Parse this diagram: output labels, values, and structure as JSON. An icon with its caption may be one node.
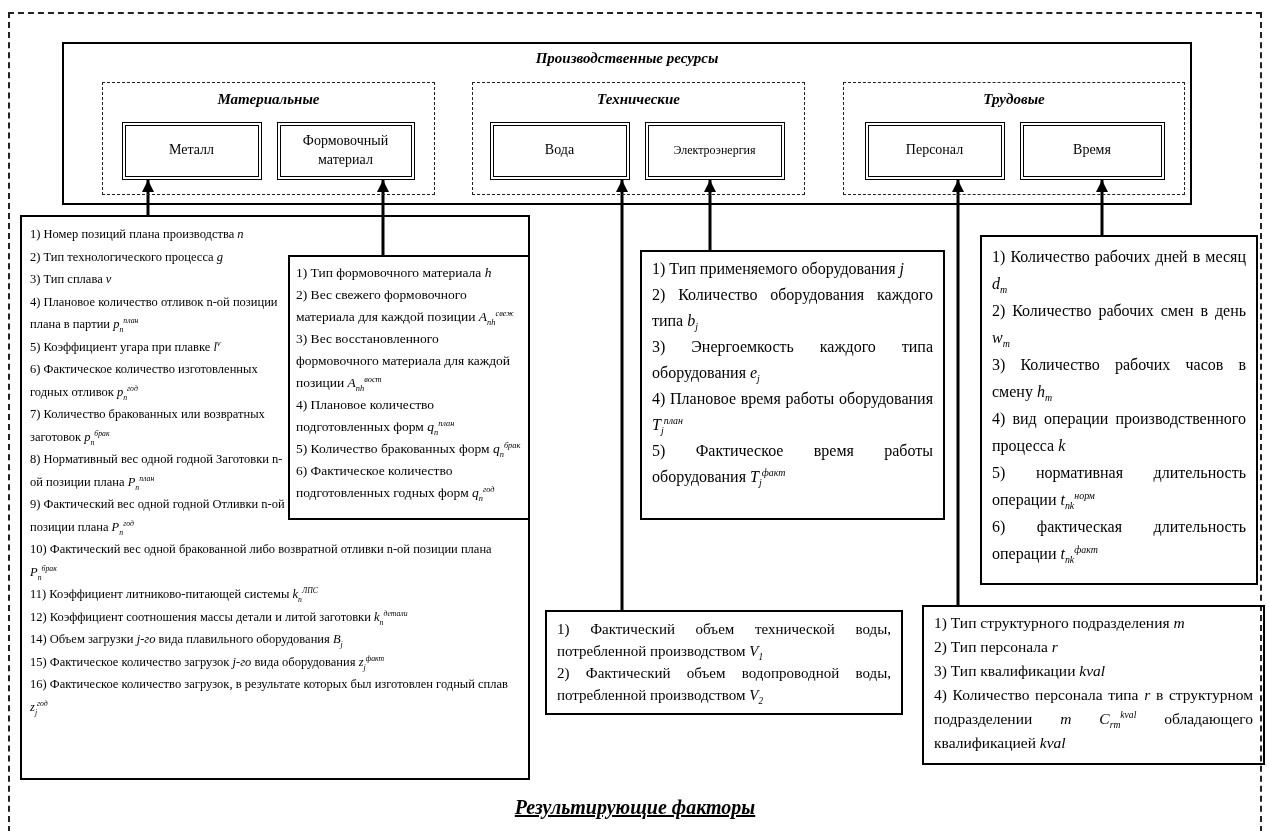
{
  "diagram": {
    "nodes": [
      {
        "text": [
          "Результирующие факторы"
        ]
      },
      {
        "text": [
          "Производственные ресурсы"
        ],
        "in": 0
      },
      {
        "text": [
          "Материальные"
        ],
        "in": 1
      },
      {
        "text": [
          "Металл"
        ],
        "in": 2
      },
      {
        "text": [
          "Формовочный материал"
        ],
        "in": 2
      },
      {
        "text": [
          "Технические"
        ],
        "in": 1
      },
      {
        "text": [
          "Вода"
        ],
        "in": 5
      },
      {
        "text": [
          "Электроэнергия"
        ],
        "in": 5
      },
      {
        "text": [
          "Трудовые"
        ],
        "in": 1
      },
      {
        "text": [
          "Персонал"
        ],
        "in": 8
      },
      {
        "text": [
          "Время"
        ],
        "in": 8
      },
      {
        "text": [
          "1) Номер позиций плана производства *n*",
          "2) Тип технологического процесса *g*",
          "3) Тип сплава *v*",
          "4) Плановое количество отливок n-ой позиции плана в партии *p*$_{n}$$^{план}$",
          "5) Коэффициент угара при плавке *l*$^{v}$",
          "6) Фактическое количество изготовленных годных отливок *p*$_{n}$$^{год}$",
          "7) Количество бракованных или возвратных заготовок *p*$_{n}$$^{брак}$",
          "8) Нормативный вес одной годной Заготовки n-ой позиции плана *P*$_{n}$$^{план}$",
          "9) Фактический вес одной годной Отливки n-ой позиции плана *P*$_{n}$$^{год}$",
          "10) Фактический вес одной бракованной либо возвратной отливки n-ой позиции плана *P*$_{n}$$^{брак}$",
          "11) Коэффициент литниково-питающей системы *k*$_{n}$$^{ЛПС}$",
          "12) Коэффициент соотношения массы детали и литой заготовки *k*$_{n}$$^{детали}$",
          "14) Объем загрузки *j-го* вида плавильного оборудования *B*$_{j}$",
          "15) Фактическое количество загрузок *j-го* вида оборудования *z*$_{j}$$^{факт}$",
          "16) Фактическое количество загрузок, в результате которых был изготовлен годный сплав *z*$_{j}$$^{год}$"
        ],
        "in": 0
      },
      {
        "text": [
          "1) Тип формовочного материала *h*",
          "2) Вес свежего формовочного материала для каждой позиции *A*$_{nh}$$^{свеж}$",
          "3) Вес восстановленного формовочного материала для каждой позиции *A*$_{nh}$$^{вост}$",
          "4) Плановое количество подготовленных форм *q*$_{n}$$^{план}$",
          "5) Количество бракованных форм *q*$_{n}$$^{брак}$",
          "6) Фактическое количество подготовленных годных форм *q*$_{n}$$^{год}$"
        ],
        "in": 11
      },
      {
        "text": [
          "1) Тип применяемого оборудования *j*",
          "2) Количество оборудования каждого типа *b*$_{j}$",
          "3) Энергоемкость каждого типа оборудования *e*$_{j}$",
          "4) Плановое время работы оборудования *T*$_{j}$$^{план}$",
          "5) Фактическое время работы оборудования *T*$_{j}$$^{факт}$"
        ],
        "in": 0
      },
      {
        "text": [
          "1) Фактический объем технической воды, потребленной производством *V*$_{1}$",
          "2) Фактический объем водопроводной воды, потребленной производством *V*$_{2}$"
        ],
        "in": 0
      },
      {
        "text": [
          "1) Количество рабочих дней в месяц *d*$_{m}$",
          "2) Количество рабочих смен в день *w*$_{m}$",
          "3) Количество рабочих часов в смену *h*$_{m}$",
          "4) вид операции производственного процесса *k*",
          "5) нормативная длительность операции *t*$_{nk}$$^{норм}$",
          "6) фактическая длительность операции *t*$_{nk}$$^{факт}$"
        ],
        "in": 0
      },
      {
        "text": [
          "1) Тип структурного подразделения *m*",
          "2) Тип персонала *r*",
          "3) Тип квалификации *kval*",
          "4) Количество персонала типа *r* в структурном подразделении *m* *C*$_{rm}$$^{kval}$ обладающего квалификацией *kval*"
        ],
        "in": 0
      }
    ],
    "edges": [
      {
        "from": 11,
        "to": 3,
        "arrow": "to"
      },
      {
        "from": 12,
        "to": 4,
        "arrow": "to"
      },
      {
        "from": 14,
        "to": 6,
        "arrow": "to"
      },
      {
        "from": 13,
        "to": 7,
        "arrow": "to"
      },
      {
        "from": 16,
        "to": 9,
        "arrow": "to"
      },
      {
        "from": 15,
        "to": 10,
        "arrow": "to"
      }
    ]
  }
}
